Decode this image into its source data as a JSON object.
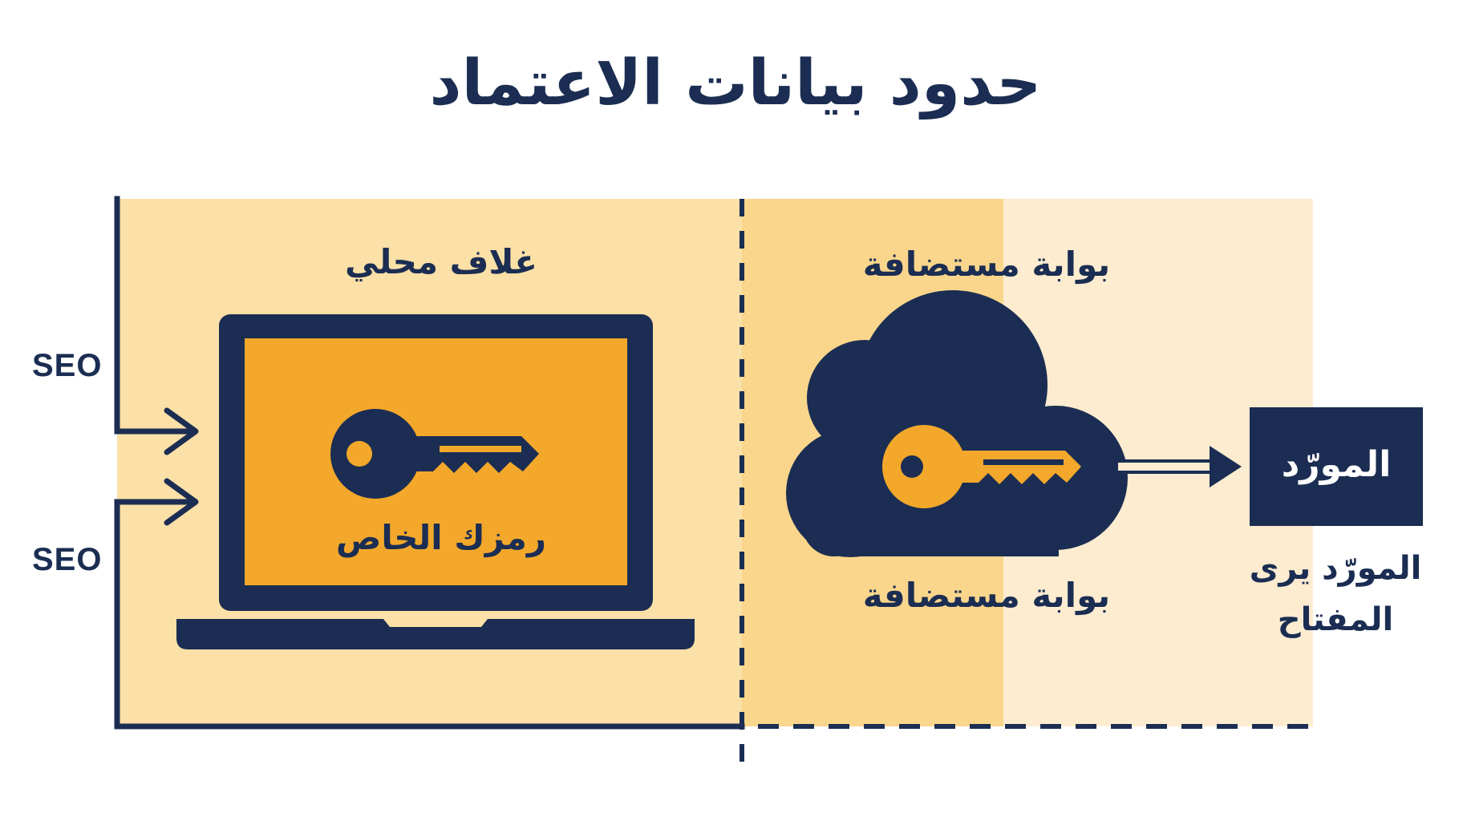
{
  "title": "حدود بيانات الاعتماد",
  "local": {
    "heading": "غلاف محلي",
    "key_caption": "رمزك الخاص"
  },
  "hosted": {
    "heading_top": "بوابة مستضافة",
    "heading_bottom": "بوابة مستضافة"
  },
  "vendor": {
    "box_label": "المورّد",
    "caption_line1": "المورّد يرى",
    "caption_line2": "المفتاح"
  },
  "inputs": [
    {
      "label": "SEO"
    },
    {
      "label": "SEO"
    }
  ],
  "colors": {
    "navy": "#1b2d52",
    "gold": "#f3a82b",
    "zone_local": "#fbe0a7",
    "zone_hosted": "#f9d68c",
    "zone_vendor": "#fdecd0"
  },
  "icons": {
    "laptop": "laptop-icon",
    "cloud": "cloud-icon",
    "key": "key-icon"
  }
}
